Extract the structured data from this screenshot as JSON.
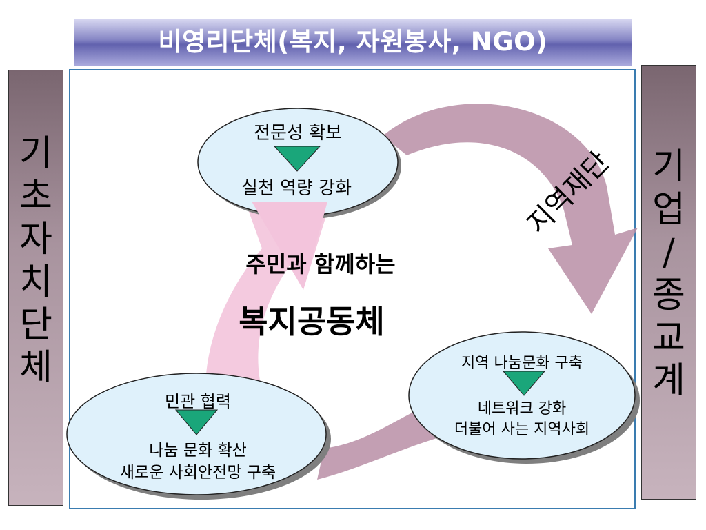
{
  "title": "비영리단체(복지, 자원봉사, NGO)",
  "left_sidebar": {
    "chars": [
      "기",
      "초",
      "자",
      "치",
      "단",
      "체"
    ]
  },
  "right_sidebar": {
    "chars": [
      "기",
      "업",
      "/",
      "종",
      "교",
      "계"
    ]
  },
  "arrow_label": "지역재단",
  "center": {
    "line1": "주민과 함께하는",
    "line2": "복지공동체"
  },
  "top_ellipse": {
    "line1": "전문성 확보",
    "line2": "실천 역량 강화"
  },
  "right_ellipse": {
    "line1": "지역 나눔문화 구축",
    "line2": "네트워크 강화",
    "line3": "더불어 사는 지역사회"
  },
  "left_ellipse": {
    "line1": "민관 협력",
    "line2": "나눔 문화 확산",
    "line3": "새로운 사회안전망 구축"
  },
  "colors": {
    "ellipse_fill": "#dff1fb",
    "triangle": "#1aa67a",
    "arrow_mauve": "#b98ea6",
    "arrow_pink": "#f3c4dc",
    "frame": "#3a7cb0"
  }
}
